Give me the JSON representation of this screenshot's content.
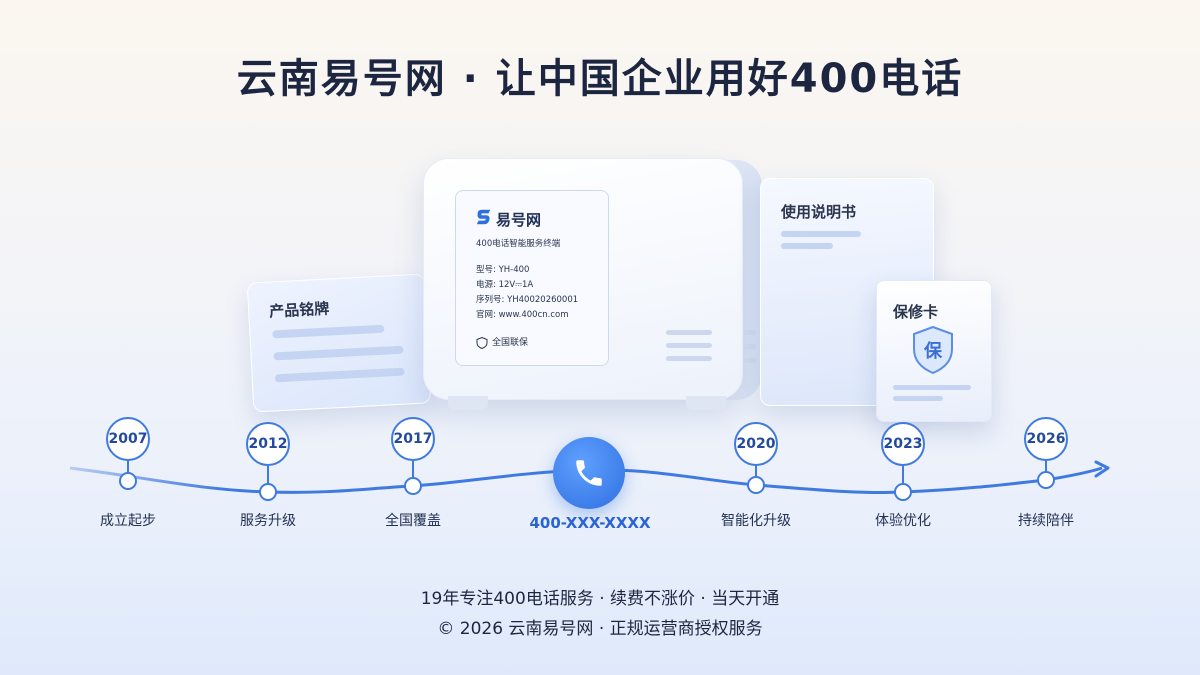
{
  "header": {
    "title": "云南易号网 · 让中国企业用好400电话"
  },
  "nameplate_card": {
    "title": "产品铭牌"
  },
  "device_label": {
    "brand": "易号网",
    "subtitle": "400电话智能服务终端",
    "specs": [
      "型号:  YH-400",
      "电源:  12V⎓1A",
      "序列号:  YH40020260001",
      "官网:  www.400cn.com"
    ],
    "assurance": "全国联保"
  },
  "manual_card": {
    "title": "使用说明书"
  },
  "warranty_card": {
    "title": "保修卡",
    "shield_char": "保"
  },
  "timeline": {
    "milestones": [
      {
        "year": "2007",
        "label": "成立起步"
      },
      {
        "year": "2012",
        "label": "服务升级"
      },
      {
        "year": "2017",
        "label": "全国覆盖"
      },
      {
        "year": "2020",
        "label": "智能化升级"
      },
      {
        "year": "2023",
        "label": "体验优化"
      },
      {
        "year": "2026",
        "label": "持续陪伴"
      }
    ],
    "hotline": "400-XXX-XXXX"
  },
  "footer": {
    "line1": "19年专注400电话服务 · 续费不涨价 · 当天开通",
    "line2": "© 2026 云南易号网 · 正规运营商授权服务"
  },
  "colors": {
    "accent": "#3f7ae0",
    "phone": "#2f6fe0",
    "text": "#1d2640"
  }
}
